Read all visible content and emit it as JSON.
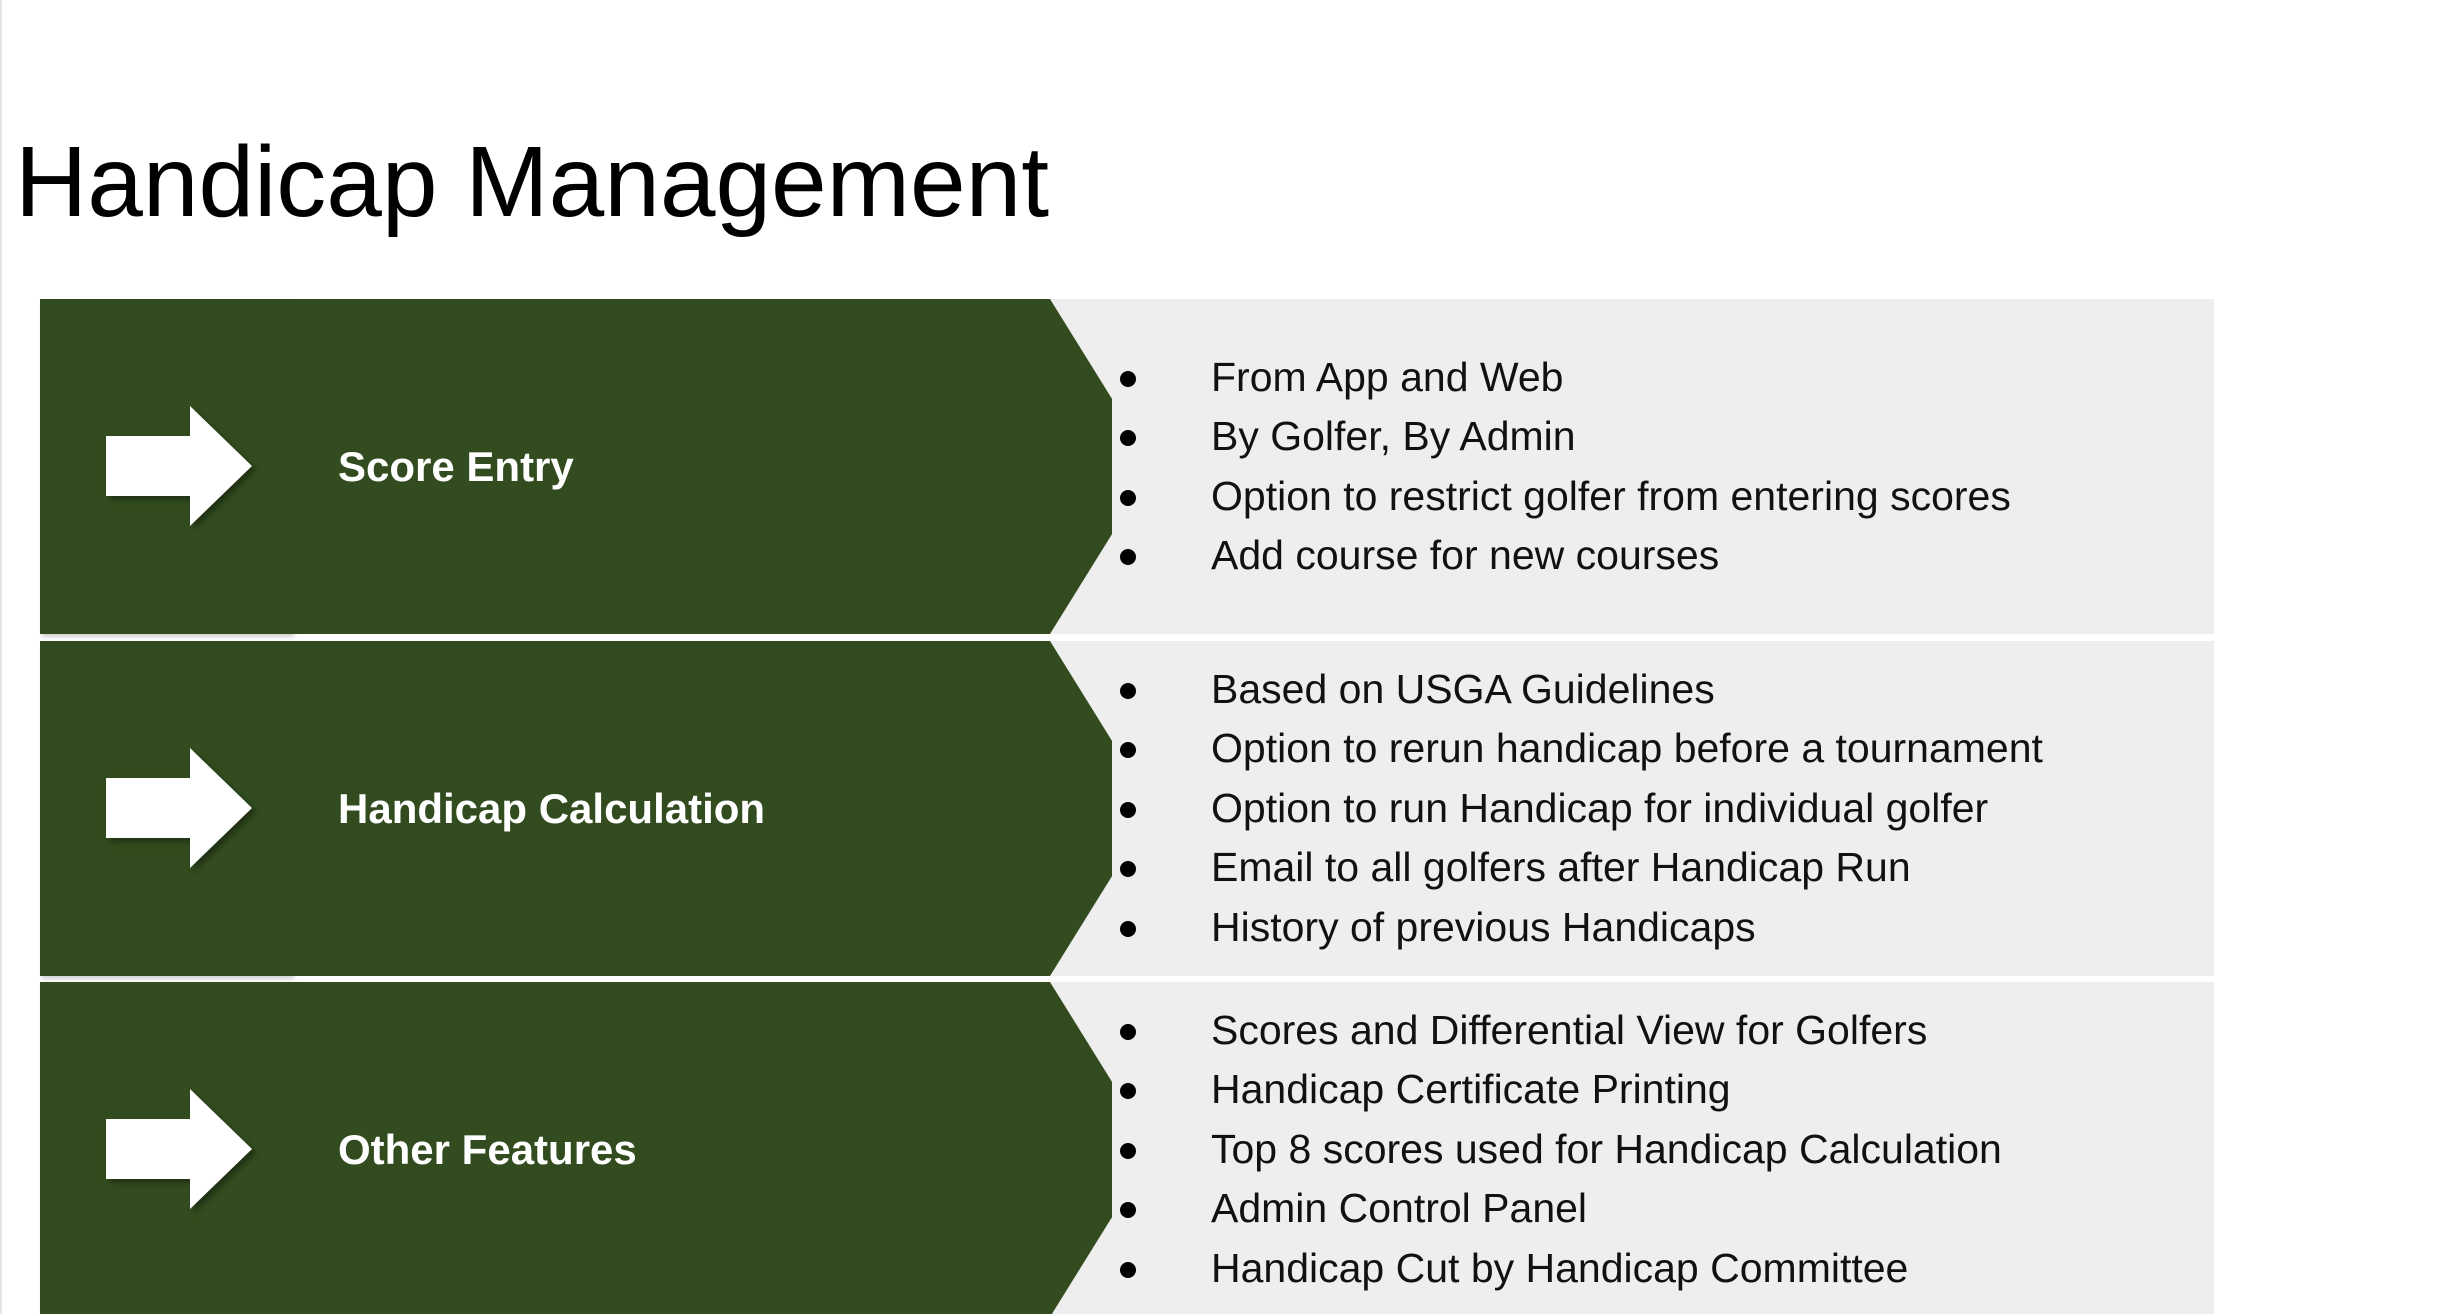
{
  "slide": {
    "title": "Handicap Management"
  },
  "colors": {
    "accent_dark_green": "#324c1f",
    "panel_gray": "#eeeeee",
    "label_text": "#ffffff",
    "bullet_text": "#111111"
  },
  "sections": [
    {
      "label": "Score Entry",
      "icon": "right-arrow-icon",
      "bullets": [
        "From App and Web",
        "By Golfer, By Admin",
        "Option to restrict golfer from entering scores",
        "Add course for new courses"
      ]
    },
    {
      "label": "Handicap Calculation",
      "icon": "right-arrow-icon",
      "bullets": [
        "Based on USGA Guidelines",
        "Option to rerun handicap before a tournament",
        "Option to run Handicap for individual golfer",
        "Email to all golfers after Handicap Run",
        "History of previous Handicaps"
      ]
    },
    {
      "label": "Other Features",
      "icon": "right-arrow-icon",
      "bullets": [
        "Scores and Differential View for Golfers",
        "Handicap Certificate Printing",
        "Top 8 scores used for Handicap Calculation",
        "Admin Control Panel",
        "Handicap Cut by Handicap Committee"
      ]
    }
  ]
}
